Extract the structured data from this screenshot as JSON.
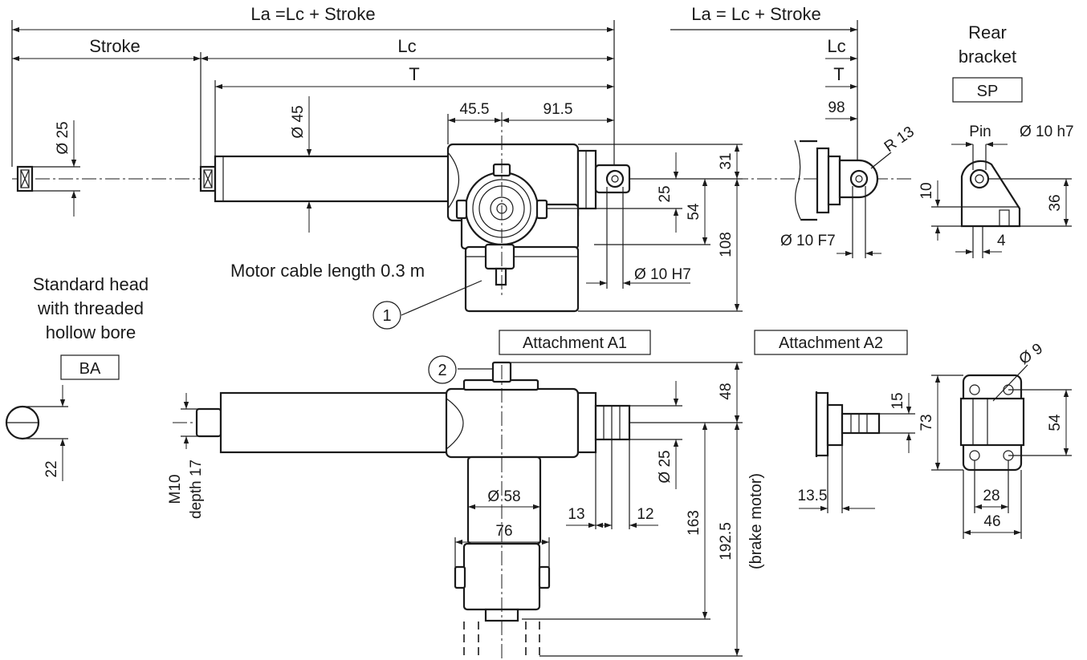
{
  "labels": {
    "la_main": "La =Lc + Stroke",
    "stroke": "Stroke",
    "lc": "Lc",
    "t": "T",
    "dia25_rod": "Ø 25",
    "dia45": "Ø 45",
    "d45_5": "45.5",
    "d91_5": "91.5",
    "d31": "31",
    "d25_a": "25",
    "d54_a": "54",
    "d108": "108",
    "dia10h7_hole": "Ø 10 H7",
    "motor_cable": "Motor cable length 0.3 m",
    "callout_1": "1",
    "callout_2": "2",
    "std_head_1": "Standard head",
    "std_head_2": "with threaded",
    "std_head_3": "hollow bore",
    "ba": "BA",
    "d22": "22",
    "m10": "M10",
    "depth17": "depth 17",
    "attach_a1": "Attachment A1",
    "attach_a2": "Attachment A2",
    "d48": "48",
    "dia25_b": "Ø 25",
    "dia58": "Ø 58",
    "d76": "76",
    "d13_a": "13",
    "d12": "12",
    "d163": "163",
    "d192_5": "192.5",
    "brake_motor": "(brake motor)",
    "la_side": "La = Lc + Stroke",
    "lc_side": "Lc",
    "t_side": "T",
    "d98": "98",
    "r13": "R 13",
    "dia10f7": "Ø 10 F7",
    "rear_bracket_1": "Rear",
    "rear_bracket_2": "bracket",
    "sp": "SP",
    "pin": "Pin",
    "dia10h7_pin": "Ø 10 h7",
    "d10": "10",
    "d36": "36",
    "d4": "4",
    "d15": "15",
    "d13_5": "13.5",
    "d73": "73",
    "d54_b": "54",
    "dia9": "Ø 9",
    "d28": "28",
    "d46": "46"
  }
}
